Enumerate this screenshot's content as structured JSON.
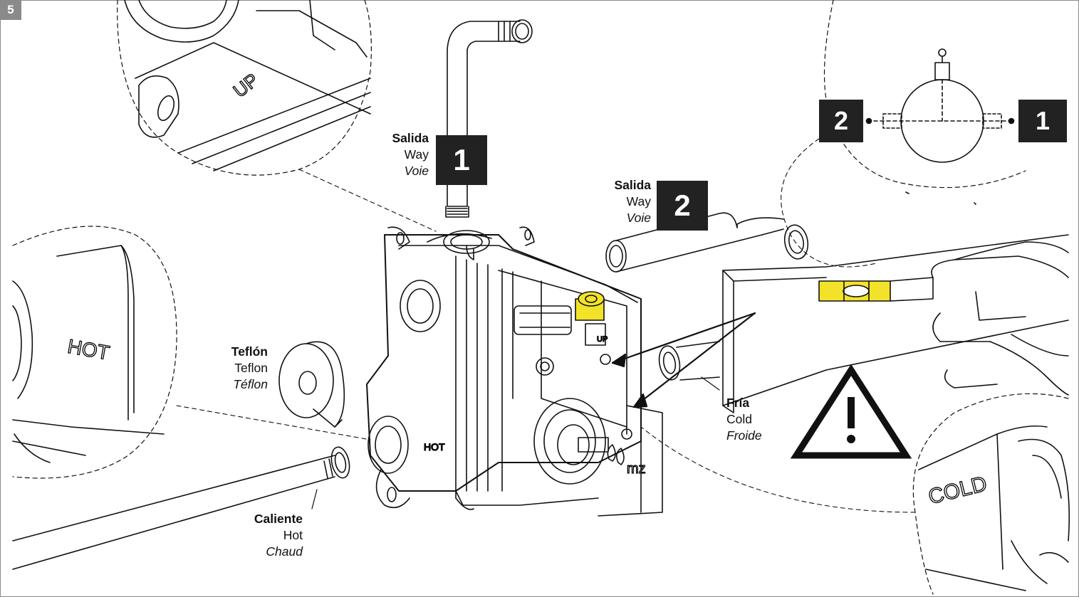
{
  "step_number": "5",
  "callouts": {
    "outlet_1": {
      "es": "Salida",
      "en": "Way",
      "fr": "Voie",
      "number": "1"
    },
    "outlet_2": {
      "es": "Salida",
      "en": "Way",
      "fr": "Voie",
      "number": "2"
    },
    "teflon": {
      "es": "Teflón",
      "en": "Teflon",
      "fr": "Téflon"
    },
    "hot": {
      "es": "Caliente",
      "en": "Hot",
      "fr": "Chaud"
    },
    "cold": {
      "es": "Fría",
      "en": "Cold",
      "fr": "Froide"
    }
  },
  "detail_orientation": {
    "left_number": "2",
    "right_number": "1"
  },
  "engravings": {
    "up": "UP",
    "hot": "HOT",
    "cold": "COLD",
    "body_hot": "HOT",
    "body_up": "UP",
    "brand": "mz"
  },
  "colors": {
    "level_yellow": "#f2e32a",
    "frame_gray": "#8a8a8a",
    "label_box": "#222222"
  }
}
